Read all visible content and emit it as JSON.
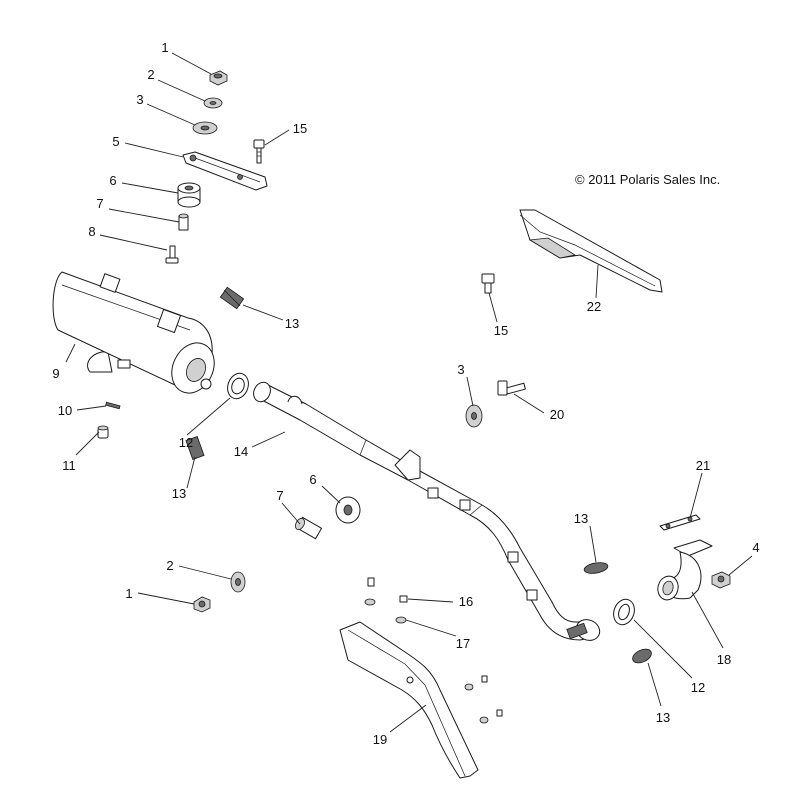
{
  "copyright": "© 2011 Polaris Sales Inc.",
  "callouts": {
    "n1a": "1",
    "n2a": "2",
    "n3a": "3",
    "n5": "5",
    "n15a": "15",
    "n6a": "6",
    "n7a": "7",
    "n8": "8",
    "n13a": "13",
    "n9": "9",
    "n10": "10",
    "n11": "11",
    "n12a": "12",
    "n13b": "13",
    "n14": "14",
    "n7b": "7",
    "n6b": "6",
    "n2b": "2",
    "n1b": "1",
    "n3b": "3",
    "n20": "20",
    "n15b": "15",
    "n22": "22",
    "n21": "21",
    "n13c": "13",
    "n4": "4",
    "n18": "18",
    "n12b": "12",
    "n13d": "13",
    "n16": "16",
    "n17": "17",
    "n19": "19"
  }
}
